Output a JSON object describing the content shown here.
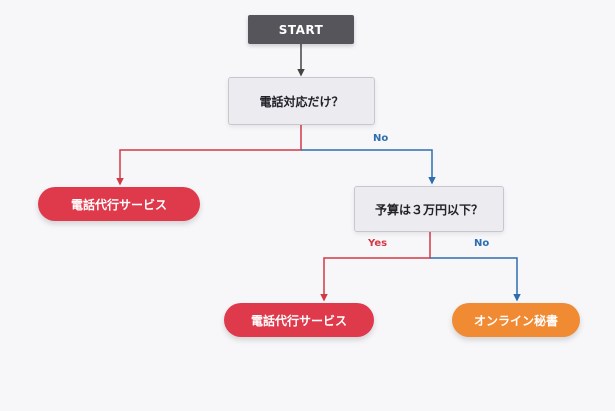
{
  "flowchart": {
    "start": {
      "label": "START"
    },
    "question1": {
      "label": "電話対応だけ？"
    },
    "question2": {
      "label": "予算は３万円以下？"
    },
    "outcome_left": {
      "label": "電話代行サービス"
    },
    "outcome_yes": {
      "label": "電話代行サービス"
    },
    "outcome_no": {
      "label": "オンライン秘書"
    },
    "edge_labels": {
      "q1_no": "No",
      "q2_yes": "Yes",
      "q2_no": "No"
    }
  },
  "colors": {
    "start_fill": "#55555b",
    "decision_fill": "#ececf0",
    "decision_border": "#c7c7cd",
    "red": "#de3a4c",
    "orange": "#f08a33",
    "blue_line": "#2e6db0",
    "red_line": "#d13a47",
    "dark_line": "#444444",
    "background": "#f7f7fa"
  }
}
